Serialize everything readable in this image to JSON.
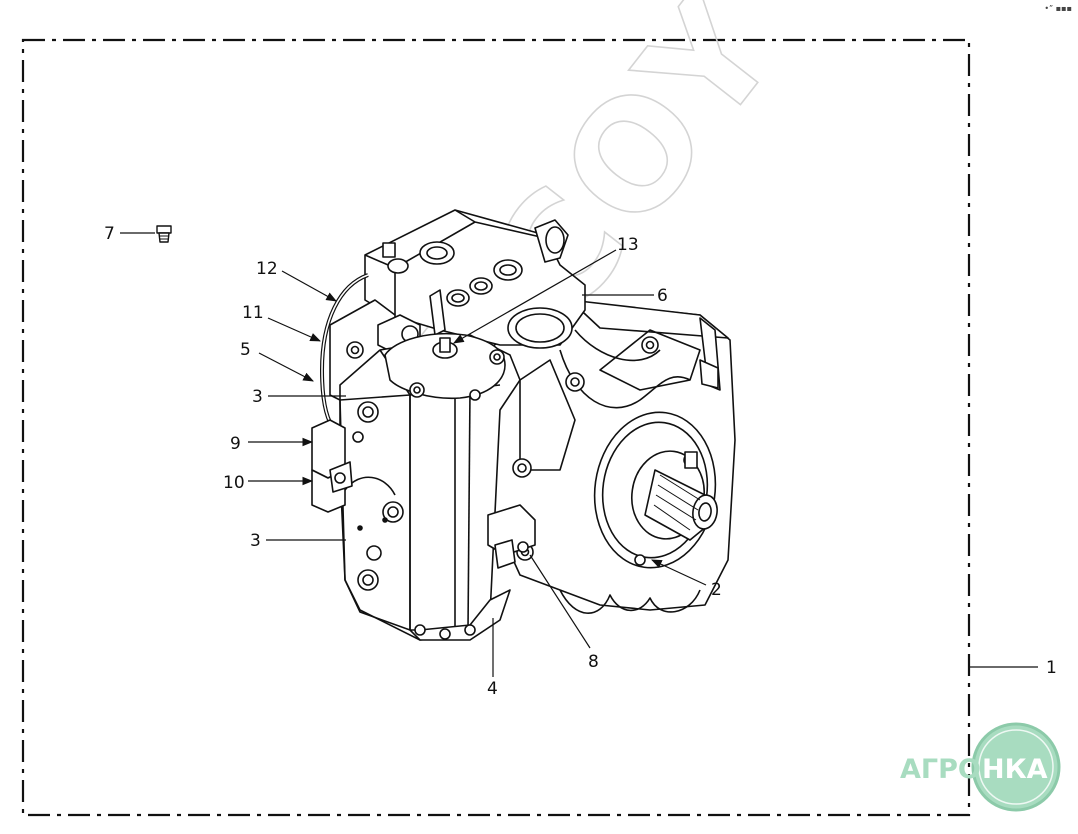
{
  "corner_mark": "•” ▪▪▪",
  "watermark": "OKCOY",
  "logo": {
    "left": "АГРО",
    "right": "НКА",
    "color": "#a8dcc0"
  },
  "callouts": [
    {
      "id": "1",
      "label": "1"
    },
    {
      "id": "2",
      "label": "2"
    },
    {
      "id": "3a",
      "label": "3"
    },
    {
      "id": "3b",
      "label": "3"
    },
    {
      "id": "4",
      "label": "4"
    },
    {
      "id": "5",
      "label": "5"
    },
    {
      "id": "6",
      "label": "6"
    },
    {
      "id": "7",
      "label": "7"
    },
    {
      "id": "8",
      "label": "8"
    },
    {
      "id": "9",
      "label": "9"
    },
    {
      "id": "10",
      "label": "10"
    },
    {
      "id": "11",
      "label": "11"
    },
    {
      "id": "12",
      "label": "12"
    },
    {
      "id": "13",
      "label": "13"
    }
  ]
}
